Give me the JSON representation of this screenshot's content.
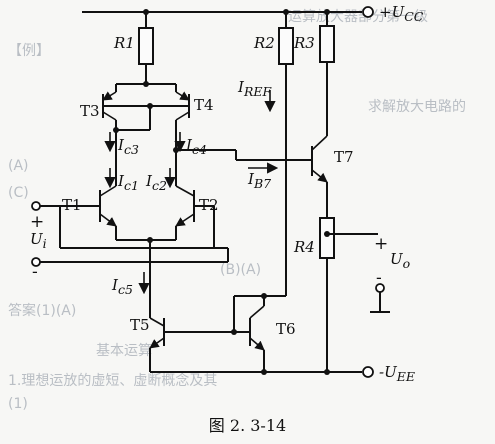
{
  "figure": {
    "caption": "图 2. 3-14",
    "vcc_label": "+U",
    "vcc_sub": "CC",
    "vee_label": "-U",
    "vee_sub": "EE",
    "resistors": [
      "R1",
      "R2",
      "R3",
      "R4"
    ],
    "transistors": [
      "T1",
      "T2",
      "T3",
      "T4",
      "T5",
      "T6",
      "T7"
    ],
    "currents": {
      "ic3": "c3",
      "ic4": "c4",
      "ic1": "c1",
      "ic2": "c2",
      "iref": "REF",
      "ib7": "B7",
      "ic5": "c5"
    },
    "input": {
      "plus": "+",
      "minus": "-",
      "name": "U",
      "sub": "i"
    },
    "output": {
      "plus": "+",
      "minus": "-",
      "name": "U",
      "sub": "o"
    }
  },
  "background_text": [
    "运算放大器部分第一级",
    "【例】",
    "求解放大电路的",
    "(A)",
    "(C)",
    "(B)(A)",
    "答案(1)(A)",
    "基本运算",
    "1.理想运放的虚短、虚断概念及其",
    "(1)"
  ]
}
